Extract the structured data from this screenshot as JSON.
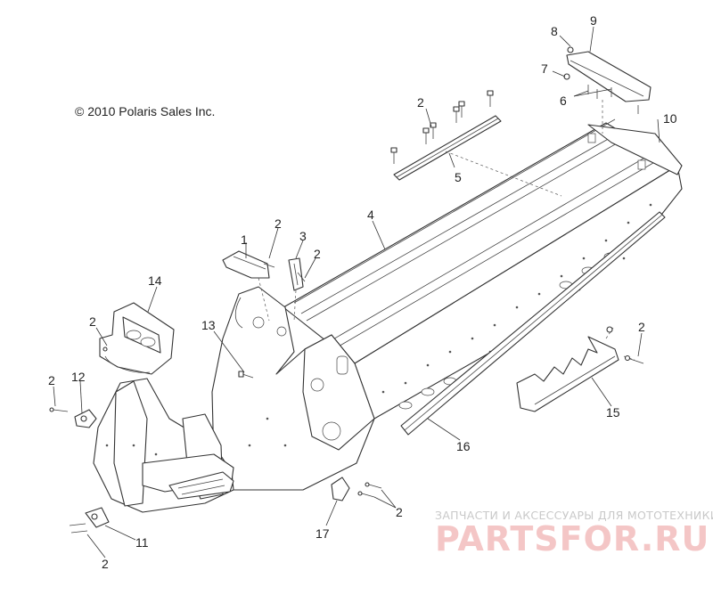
{
  "copyright": "© 2010 Polaris Sales Inc.",
  "watermark": {
    "tagline": "ЗАПЧАСТИ И АКСЕССУАРЫ ДЛЯ МОТОТЕХНИКИ",
    "logo": "PARTSFOR.RU"
  },
  "callouts": [
    {
      "id": "c8",
      "label": "8"
    },
    {
      "id": "c9",
      "label": "9"
    },
    {
      "id": "c7",
      "label": "7"
    },
    {
      "id": "c6",
      "label": "6"
    },
    {
      "id": "c10",
      "label": "10"
    },
    {
      "id": "c2a",
      "label": "2"
    },
    {
      "id": "c5",
      "label": "5"
    },
    {
      "id": "c4",
      "label": "4"
    },
    {
      "id": "c2b",
      "label": "2"
    },
    {
      "id": "c1",
      "label": "1"
    },
    {
      "id": "c3",
      "label": "3"
    },
    {
      "id": "c2c",
      "label": "2"
    },
    {
      "id": "c14",
      "label": "14"
    },
    {
      "id": "c2d",
      "label": "2"
    },
    {
      "id": "c13",
      "label": "13"
    },
    {
      "id": "c2e",
      "label": "2"
    },
    {
      "id": "c12",
      "label": "12"
    },
    {
      "id": "c2f",
      "label": "2"
    },
    {
      "id": "c15",
      "label": "15"
    },
    {
      "id": "c16",
      "label": "16"
    },
    {
      "id": "c2g",
      "label": "2"
    },
    {
      "id": "c17",
      "label": "17"
    },
    {
      "id": "c11",
      "label": "11"
    },
    {
      "id": "c2h",
      "label": "2"
    }
  ],
  "colors": {
    "line": "#333333",
    "text": "#222222",
    "watermark_grey": "#c9c9c9",
    "watermark_red": "#f4c6c6"
  }
}
